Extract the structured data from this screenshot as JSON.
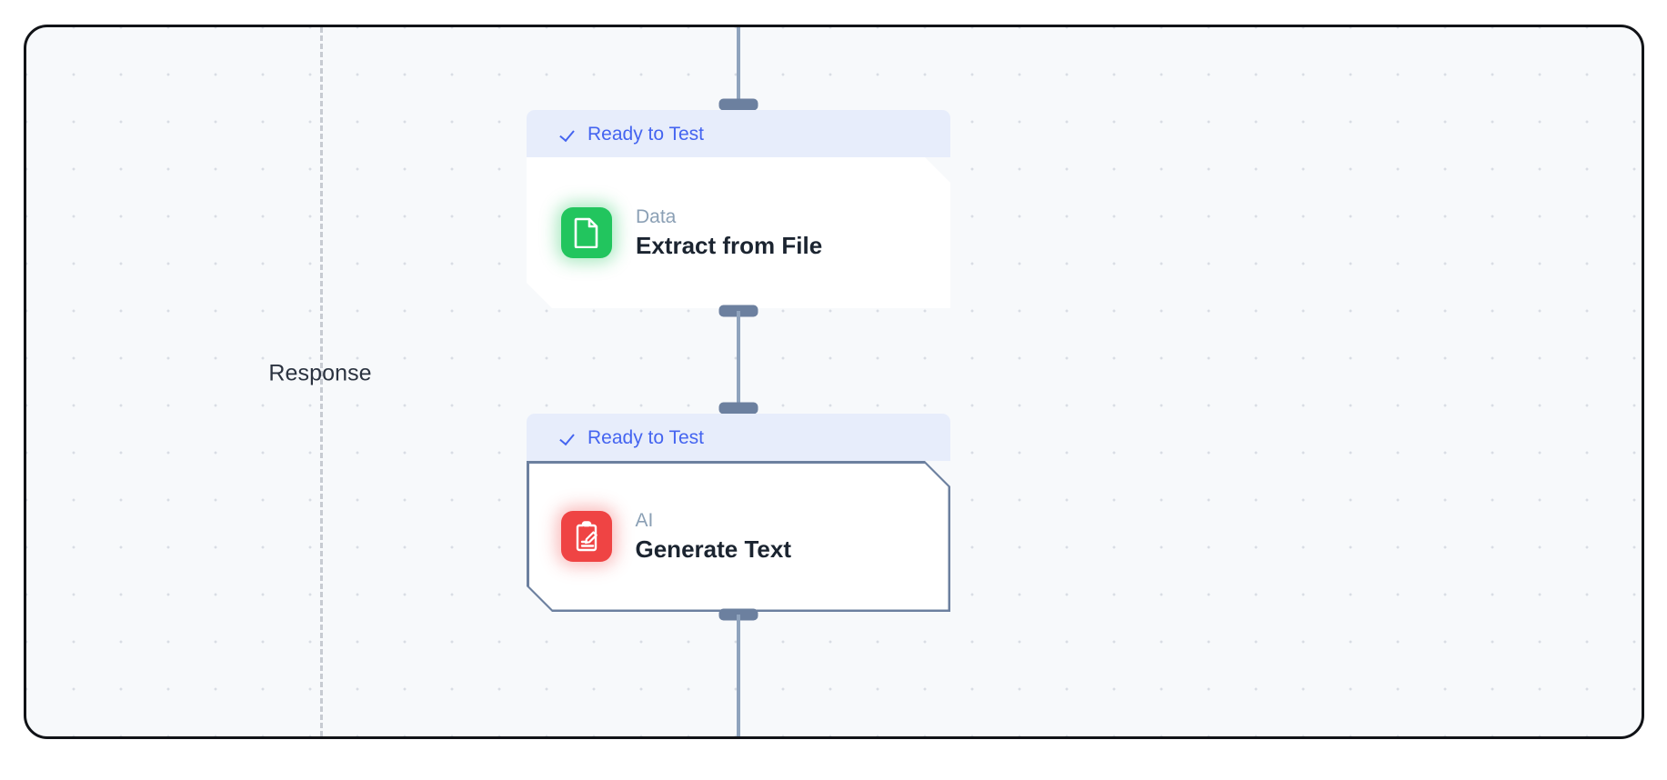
{
  "canvas": {
    "background_color": "#f7f9fb",
    "border_color": "#111317",
    "grid": "dot-grid"
  },
  "lane": {
    "label": "Response",
    "divider_color": "#c7cbd2"
  },
  "colors": {
    "status_text": "#4464f0",
    "status_bg": "#e7edfb",
    "edge": "#8fa3bd",
    "handle": "#6c809f",
    "data_accent": "#22c55e",
    "ai_accent": "#ef4444",
    "title_text": "#1b2430",
    "category_text": "#8ba0b5"
  },
  "nodes": [
    {
      "status": "Ready to Test",
      "status_icon": "check-icon",
      "category": "Data",
      "title": "Extract from File",
      "icon": "file-document-icon",
      "selected": false
    },
    {
      "status": "Ready to Test",
      "status_icon": "check-icon",
      "category": "AI",
      "title": "Generate Text",
      "icon": "clipboard-pencil-icon",
      "selected": true
    }
  ]
}
